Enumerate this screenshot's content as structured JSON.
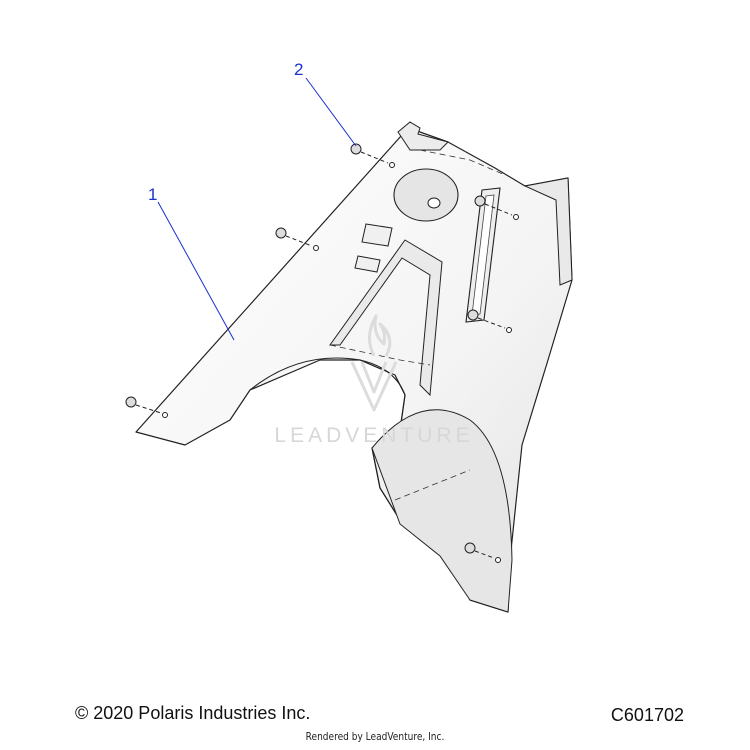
{
  "callouts": [
    {
      "label": "1",
      "color": "#1c2fd0"
    },
    {
      "label": "2",
      "color": "#1c2fd0"
    }
  ],
  "watermark": {
    "text": "LEADVENTURE"
  },
  "footer": {
    "copyright": "© 2020 Polaris Industries Inc.",
    "drawing_number": "C601702",
    "rendered_by": "Rendered by LeadVenture, Inc."
  }
}
